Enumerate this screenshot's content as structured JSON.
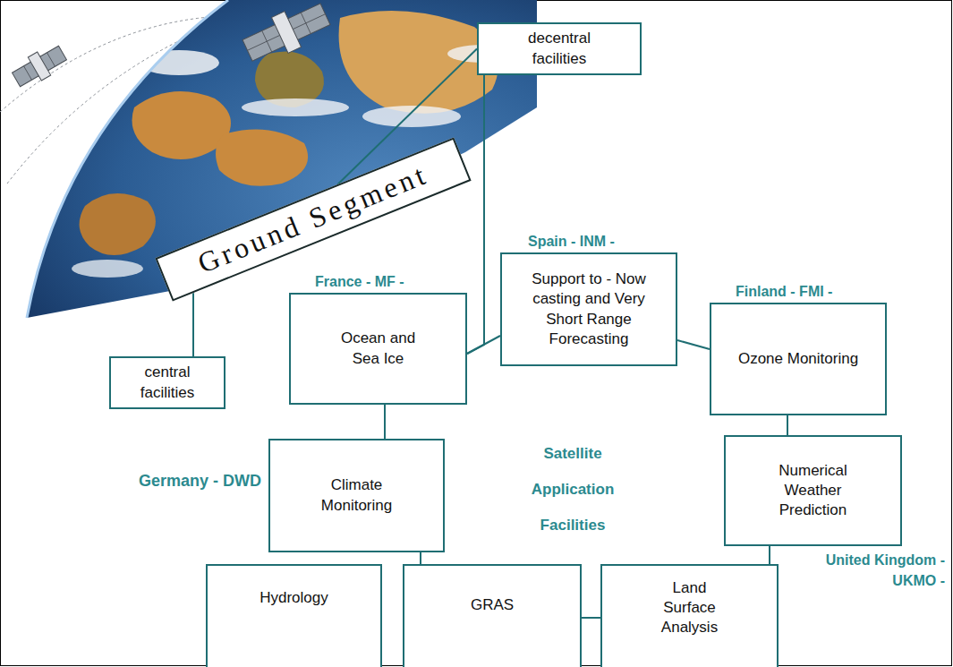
{
  "diagram": {
    "nodes": [
      {
        "text": [
          "Ground Segment"
        ]
      },
      {
        "text": [
          "decentral facilities"
        ]
      },
      {
        "text": [
          "central facilities"
        ]
      },
      {
        "text": [
          "France - MF -",
          "Ocean and Sea Ice"
        ]
      },
      {
        "text": [
          "Spain - INM -",
          "Support to - Now casting and Very Short Range Forecasting"
        ]
      },
      {
        "text": [
          "Finland - FMI -",
          "Ozone Monitoring"
        ]
      },
      {
        "text": [
          "Germany - DWD",
          "Climate Monitoring"
        ]
      },
      {
        "text": [
          "Numerical Weather Prediction",
          "United Kingdom - UKMO -"
        ]
      },
      {
        "text": [
          "Hydrology"
        ]
      },
      {
        "text": [
          "GRAS"
        ]
      },
      {
        "text": [
          "Land Surface Analysis"
        ]
      }
    ],
    "edges": [
      {
        "from": 0,
        "to": 1,
        "arrow": "none"
      },
      {
        "from": 0,
        "to": 2,
        "arrow": "none"
      },
      {
        "from": 1,
        "to": 3,
        "arrow": "none"
      },
      {
        "from": 3,
        "to": 4,
        "arrow": "none"
      },
      {
        "from": 4,
        "to": 5,
        "arrow": "none"
      },
      {
        "from": 3,
        "to": 6,
        "arrow": "none"
      },
      {
        "from": 5,
        "to": 7,
        "arrow": "none"
      },
      {
        "from": 6,
        "to": 9,
        "arrow": "none"
      },
      {
        "from": 9,
        "to": 10,
        "arrow": "none"
      },
      {
        "from": 7,
        "to": 10,
        "arrow": "none"
      }
    ],
    "labels": [
      "Satellite Application Facilities"
    ]
  }
}
